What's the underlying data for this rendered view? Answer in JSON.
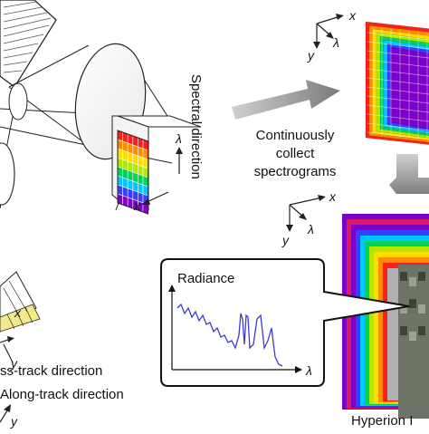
{
  "labels": {
    "spectral_direction": "Spectral direction",
    "continuously_line1": "Continuously",
    "continuously_line2": "collect",
    "continuously_line3": "spectrograms",
    "cross_track": "ss-track direction",
    "along_track": "Along-track  direction",
    "radiance": "Radiance",
    "hyperion": "Hyperion I",
    "lambda": "λ",
    "x": "x",
    "y": "y"
  },
  "colors": {
    "spectrum": [
      "#7b00c8",
      "#3a3cff",
      "#00c8ff",
      "#00d25a",
      "#b4e600",
      "#ffdc00",
      "#ff8c00",
      "#ff1e1e"
    ],
    "arrow_gray": "#8c8c8c",
    "radiance_line": "#3b3bd6",
    "yellow_strip": "#f2e98a"
  }
}
